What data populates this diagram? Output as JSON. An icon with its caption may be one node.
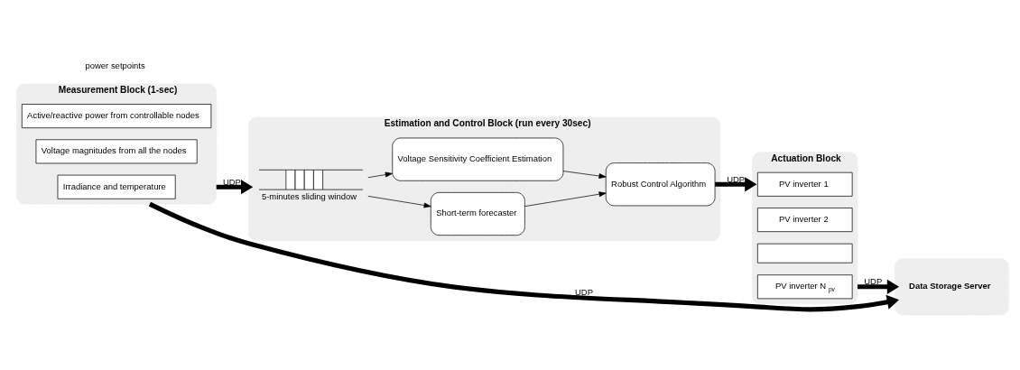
{
  "diagram": {
    "nodes": [
      {
        "text": [
          "Measurement Block (1-sec)"
        ]
      },
      {
        "text": [
          "Active/reactive power from controllable nodes"
        ],
        "in": 0
      },
      {
        "text": [
          "Voltage magnitudes from all the nodes"
        ],
        "in": 0
      },
      {
        "text": [
          "Irradiance and temperature"
        ],
        "in": 0
      },
      {
        "text": [
          "Estimation and Control Block (run every 30sec)"
        ]
      },
      {
        "text": [],
        "shape": "picture",
        "beside": [
          "5-minutes sliding window"
        ],
        "in": 4
      },
      {
        "text": [
          "Short-term forecaster"
        ],
        "in": 4
      },
      {
        "text": [
          "Voltage Sensitivity Coefficient Estimation"
        ],
        "in": 4
      },
      {
        "text": [
          "Robust Control Algorithm"
        ],
        "in": 4
      },
      {
        "text": [
          "Actuation Block"
        ]
      },
      {
        "text": [
          "PV inverter 1"
        ],
        "in": 9
      },
      {
        "text": [
          "PV inverter 2"
        ],
        "in": 9
      },
      {
        "text": [],
        "shape": "box",
        "in": 9
      },
      {
        "text": [
          "PV inverter N$_{pv}$"
        ],
        "in": 9
      },
      {
        "text": [
          "Data Storage Server"
        ]
      }
    ],
    "edges": [
      {
        "from": 0,
        "to": 4,
        "arrow": "to",
        "label": "UDP",
        "style": "thick"
      },
      {
        "from": 5,
        "to": 6,
        "arrow": "to"
      },
      {
        "from": 5,
        "to": 7,
        "arrow": "to"
      },
      {
        "from": 6,
        "to": 8,
        "arrow": "to"
      },
      {
        "from": 7,
        "to": 8,
        "arrow": "to"
      },
      {
        "from": 8,
        "to": 9,
        "arrow": "to",
        "label": "UDP",
        "style": "thick"
      },
      {
        "from": 0,
        "to": 14,
        "arrow": "to",
        "label": "UDP",
        "style": "thick"
      },
      {
        "from": 9,
        "to": 14,
        "arrow": "to",
        "label": "UDP",
        "style": "thick"
      }
    ],
    "labels": [
      "power setpoints"
    ]
  }
}
